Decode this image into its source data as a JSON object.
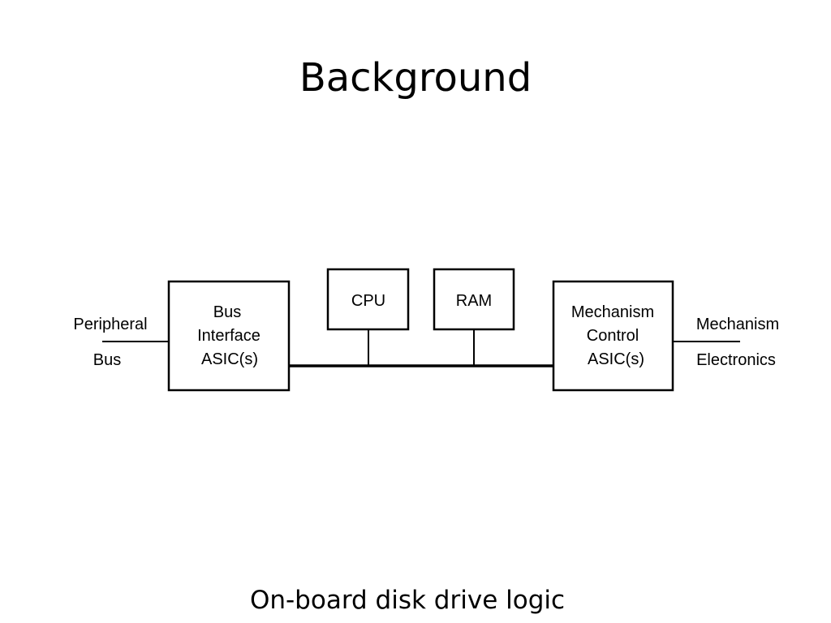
{
  "slide": {
    "title": "Background",
    "caption": "On-board disk drive logic"
  },
  "diagram": {
    "external_left": [
      "Peripheral",
      "Bus"
    ],
    "bus_interface": [
      "Bus",
      "Interface",
      "ASIC(s)"
    ],
    "cpu": "CPU",
    "ram": "RAM",
    "mechanism_control": [
      "Mechanism",
      "Control",
      "ASIC(s)"
    ],
    "external_right": [
      "Mechanism",
      "Electronics"
    ]
  }
}
